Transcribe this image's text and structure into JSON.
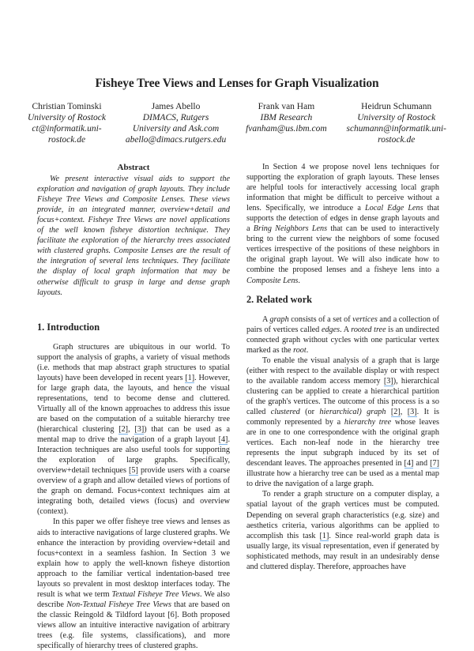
{
  "paper": {
    "title": "Fisheye Tree Views and Lenses for Graph Visualization",
    "authors": [
      {
        "name": "Christian Tominski",
        "affiliation": "University of Rostock",
        "email_line1": "ct@informatik.uni-",
        "email_line2": "rostock.de"
      },
      {
        "name": "James Abello",
        "affiliation": "DIMACS, Rutgers",
        "affiliation2": "University and Ask.com",
        "email_line1": "abello@dimacs.rutgers.edu"
      },
      {
        "name": "Frank van Ham",
        "affiliation": "IBM Research",
        "email_line1": "fvanham@us.ibm.com"
      },
      {
        "name": "Heidrun Schumann",
        "affiliation": "University of Rostock",
        "email_line1": "schumann@informatik.uni-",
        "email_line2": "rostock.de"
      }
    ],
    "abstract": {
      "heading": "Abstract",
      "text": "We present interactive visual aids to support the exploration and navigation of graph layouts. They include Fisheye Tree Views and Composite Lenses. These views provide, in an integrated manner, overview+detail and focus+context. Fisheye Tree Views are novel applications of the well known fisheye distortion technique. They facilitate the exploration of the hierarchy trees associated with clustered graphs. Composite Lenses are the result of the integration of several lens techniques. They facilitate the display of local graph information that may be otherwise difficult to grasp in large and dense graph layouts."
    },
    "section1": {
      "heading": "1. Introduction",
      "p1": {
        "a": "Graph structures are ubiquitous in our world. To support the analysis of graphs, a variety of visual methods (i.e. methods that map abstract graph structures to spatial layouts) have been developed in recent years ",
        "ref1": "[1]",
        "b": ". However, for large graph data, the layouts, and hence the visual representations, tend to become dense and cluttered. Virtually all of the known approaches to address this issue are based on the computation of a suitable hierarchy tree (hierarchical clustering ",
        "ref2": "[2]",
        "c": ", ",
        "ref3": "[3]",
        "d": ") that can be used as a mental map to drive the navigation of a graph layout ",
        "ref4": "[4]",
        "e": ". Interaction techniques are also useful tools for supporting the exploration of large graphs. Specifically, overview+detail techniques ",
        "ref5": "[5]",
        "f": " provide users with a coarse overview of a graph and allow detailed views of portions of the graph on demand. Focus+context techniques aim at integrating both, detailed views (focus) and overview (context)."
      },
      "p2": {
        "a": "In this paper we offer fisheye tree views and lenses as aids to interactive navigations of large clustered graphs. We enhance the interaction by providing overview+detail and focus+context in a seamless fashion. In Section 3 we explain how to apply the well-known fisheye distortion approach to the familiar vertical indentation-based tree layouts so prevalent in most desktop interfaces today. The result is what we term ",
        "it1": "Textual Fisheye Tree Views",
        "b": ". We also describe ",
        "it2": "Non-Textual Fisheye Tree Views",
        "c": " that are based on the classic Reingold & Tildford layout [6]. Both proposed views allow an intuitive interactive navigation of arbitrary trees (e.g. file systems, classifications), and more specifically of hierarchy trees of clustered graphs."
      },
      "p3": {
        "a": "In Section 4 we propose novel lens techniques for supporting the exploration of graph layouts. These lenses are helpful tools for interactively accessing local graph information that might be difficult to perceive without a lens. Specifically, we introduce a ",
        "it1": "Local Edge Lens",
        "b": " that supports the detection of edges in dense graph layouts and a ",
        "it2": "Bring Neighbors Lens",
        "c": " that can be used to interactively bring to the current view the neighbors of some focused vertices irrespective of the positions of these neighbors in the original graph layout. We will also indicate how to combine the proposed lenses and a fisheye lens into a ",
        "it3": "Composite Lens",
        "d": "."
      }
    },
    "section2": {
      "heading": "2. Related work",
      "p1": {
        "a": "A ",
        "it1": "graph",
        "b": " consists of a set of ",
        "it2": "vertices",
        "c": " and a collection of pairs of vertices called ",
        "it3": "edges",
        "d": ". A ",
        "it4": "rooted tree",
        "e": " is an undirected connected graph without cycles with one particular vertex marked as the ",
        "it5": "root",
        "f": "."
      },
      "p2": {
        "a": "To enable the visual analysis of a graph that is large (either with respect to the available display or with respect to the available random access memory ",
        "ref1": "[3]",
        "b": "), hierarchical clustering can be applied to create a hierarchical partition of the graph's vertices. The outcome of this process is a so called ",
        "it1": "clustered",
        "c": " (or ",
        "it2": "hierarchical) graph",
        "d": " ",
        "ref2": "[2]",
        "e": ", ",
        "ref3": "[3]",
        "f": ". It is commonly represented by a ",
        "it3": "hierarchy tree",
        "g": " whose leaves are in one to one correspondence with the original graph vertices. Each non-leaf node in the hierarchy tree represents the input subgraph induced by its set of descendant leaves. The approaches presented in ",
        "ref4": "[4]",
        "h": " and ",
        "ref5": "[7]",
        "i": " illustrate how a hierarchy tree can be used as a mental map to drive the navigation of a large graph."
      },
      "p3": {
        "a": "To render a graph structure on a computer display, a spatial layout of the graph vertices must be computed. Depending on several graph characteristics (e.g. size) and aesthetics criteria, various algorithms can be applied to accomplish this task ",
        "ref1": "[1]",
        "b": ". Since real-world graph data is usually large, its visual representation, even if generated by sophisticated methods, may result in an undesirably dense and cluttered display. Therefore, approaches have"
      }
    }
  }
}
